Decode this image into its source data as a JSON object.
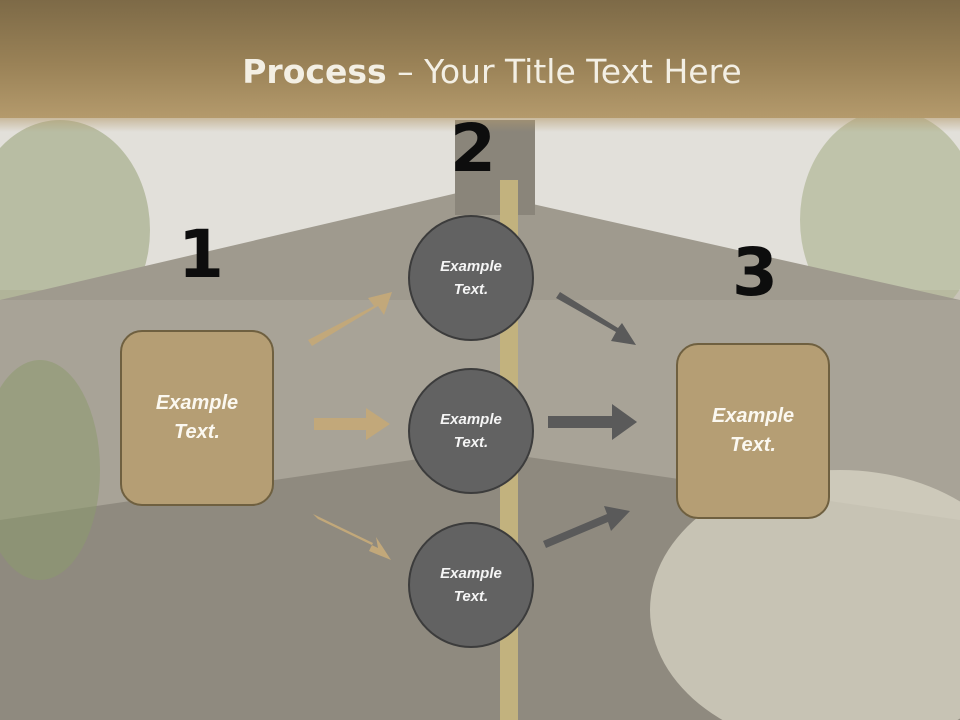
{
  "title": {
    "bold": "Process",
    "rest": " – Your Title Text Here"
  },
  "steps": [
    {
      "number": "1",
      "label": "Example Text."
    },
    {
      "number": "2",
      "labels": [
        "Example Text.",
        "Example Text.",
        "Example Text."
      ]
    },
    {
      "number": "3",
      "label": "Example Text."
    }
  ],
  "colors": {
    "tan": "#b59e74",
    "tan_arrow": "#c2a87a",
    "gray_circle": "#626262",
    "gray_arrow": "#5a5a5a",
    "title_band": "#9a8257"
  }
}
